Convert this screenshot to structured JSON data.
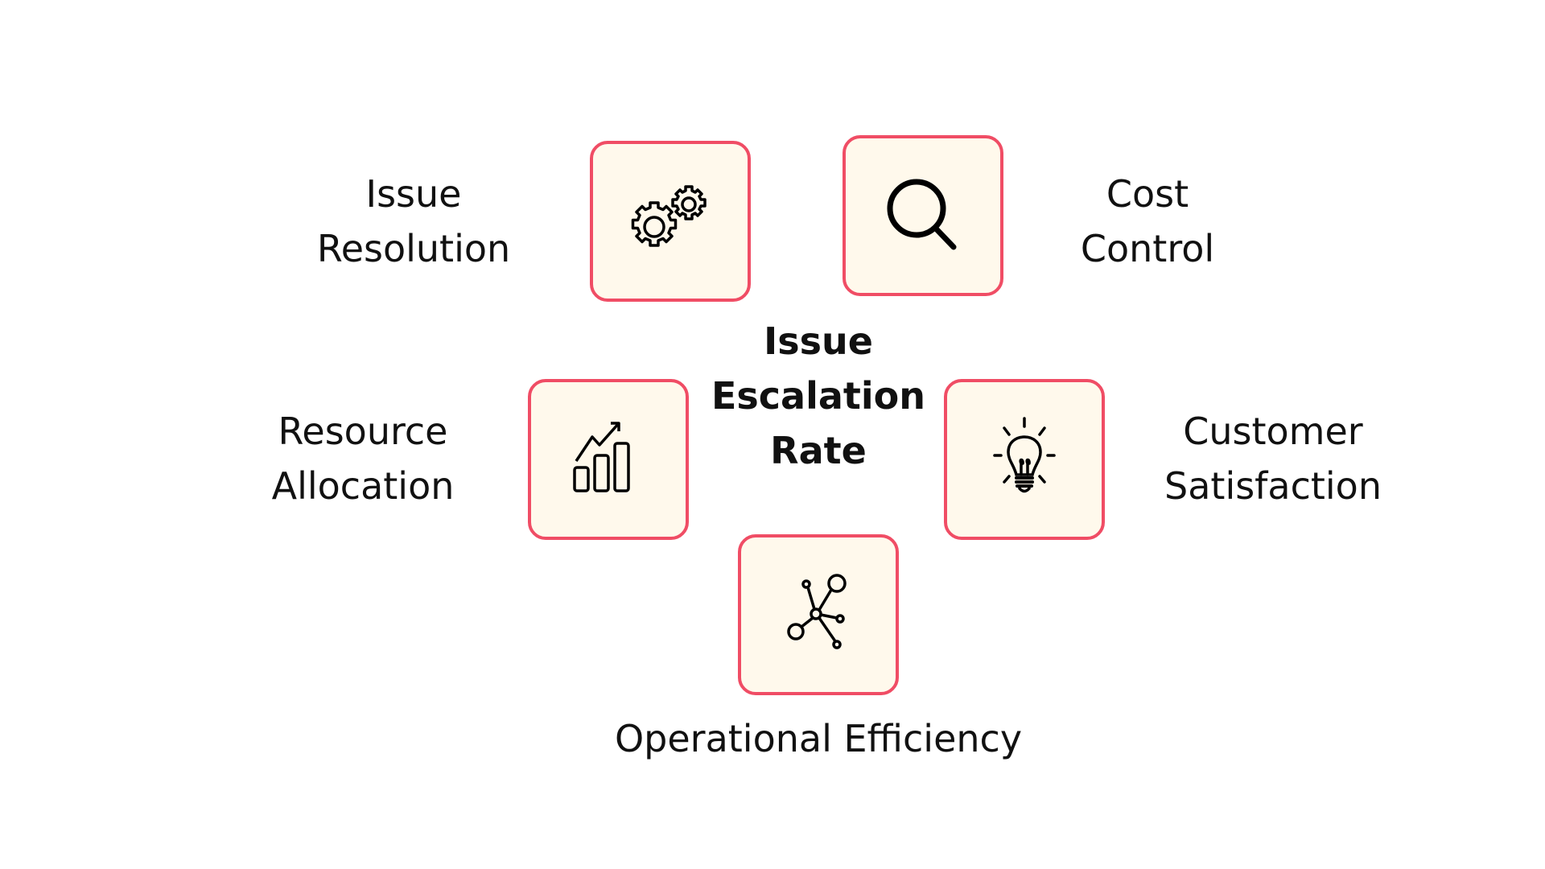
{
  "center": {
    "line1": "Issue",
    "line2": "Escalation",
    "line3": "Rate"
  },
  "nodes": [
    {
      "id": "issue-resolution",
      "icon": "gears-icon",
      "line1": "Issue",
      "line2": "Resolution"
    },
    {
      "id": "cost-control",
      "icon": "magnifier-icon",
      "line1": "Cost",
      "line2": "Control"
    },
    {
      "id": "resource-allocation",
      "icon": "growth-chart-icon",
      "line1": "Resource",
      "line2": "Allocation"
    },
    {
      "id": "customer-satisfaction",
      "icon": "lightbulb-icon",
      "line1": "Customer",
      "line2": "Satisfaction"
    },
    {
      "id": "operational-efficiency",
      "icon": "network-icon",
      "line1": "Operational Efficiency"
    }
  ],
  "colors": {
    "border": "#f04d65",
    "fill": "#fff9ec",
    "text": "#111111"
  }
}
